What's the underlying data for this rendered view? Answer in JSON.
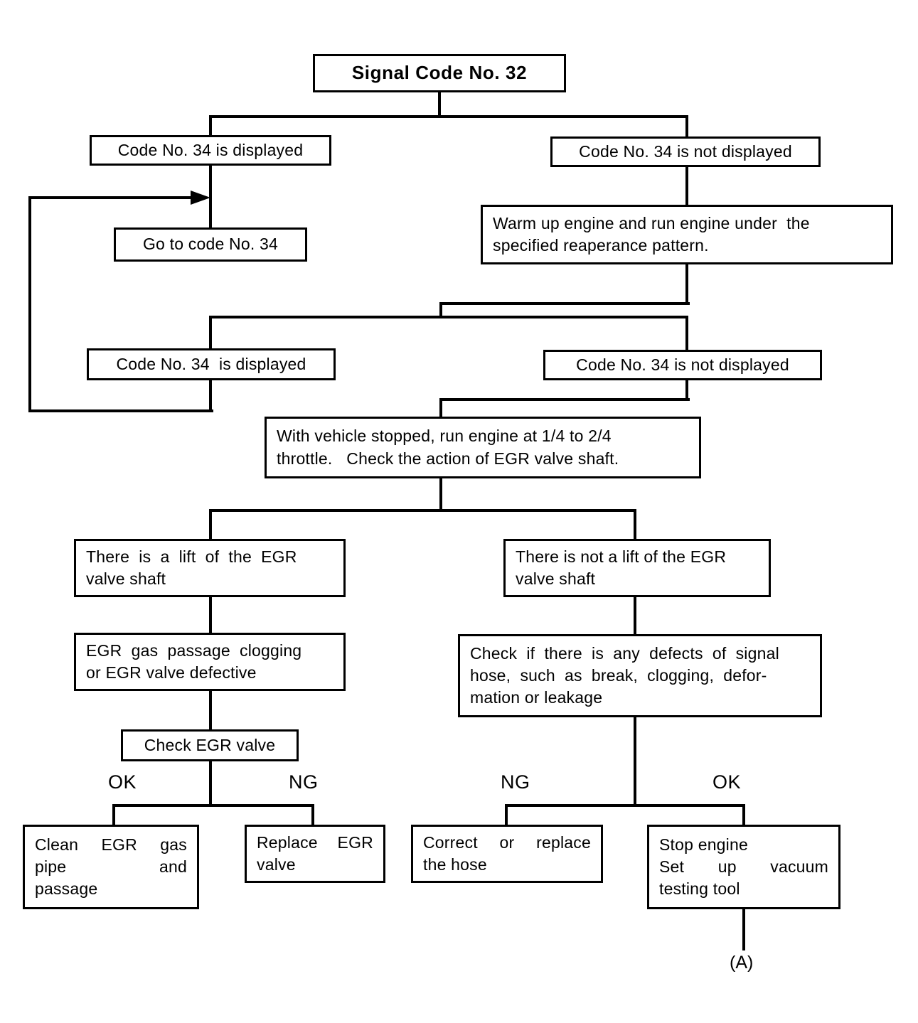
{
  "diagram": {
    "type": "flowchart",
    "title": "Signal Code No. 32",
    "nodes": {
      "signal_code_32": "Signal Code No. 32",
      "code34_displayed_1": "Code No. 34 is displayed",
      "code34_not_displayed_1": "Code No. 34 is not displayed",
      "go_to_code_34": "Go to code No. 34",
      "warm_up_line1": "Warm up engine and run engine under  the",
      "warm_up_line2": "specified reaperance pattern.",
      "code34_displayed_2": "Code No. 34  is displayed",
      "code34_not_displayed_2": "Code No. 34 is not displayed",
      "with_vehicle_line1": "With vehicle stopped, run engine at 1/4 to 2/4",
      "with_vehicle_line2": "throttle.   Check the action of EGR valve shaft.",
      "lift_yes_line1": "There  is  a  lift  of  the  EGR",
      "lift_yes_line2": "valve shaft",
      "lift_no_line1": "There is not a lift of the EGR",
      "lift_no_line2": "valve shaft",
      "egr_clog_line1": "EGR  gas  passage  clogging",
      "egr_clog_line2": "or EGR valve defective",
      "check_signal_hose_line1": "Check  if  there  is  any  defects  of  signal",
      "check_signal_hose_line2": "hose,  such  as  break,  clogging,  defor-",
      "check_signal_hose_line3": "mation or leakage",
      "check_egr_valve": "Check EGR valve",
      "clean_egr_line1": "Clean   EGR   gas",
      "clean_egr_line2": "pipe            and",
      "clean_egr_line3": "passage",
      "replace_egr_line1": "Replace   EGR",
      "replace_egr_line2": "valve",
      "correct_hose_line1": "Correct  or  replace",
      "correct_hose_line2": "the hose",
      "stop_engine_line1": "Stop engine",
      "stop_engine_line2": "Set     up     vacuum",
      "stop_engine_line3": "testing tool"
    },
    "edge_labels": {
      "ok_left": "OK",
      "ng_left": "NG",
      "ng_right": "NG",
      "ok_right": "OK"
    },
    "connector_tag": "(A)",
    "line_color": "#000000",
    "background_color": "#ffffff"
  }
}
